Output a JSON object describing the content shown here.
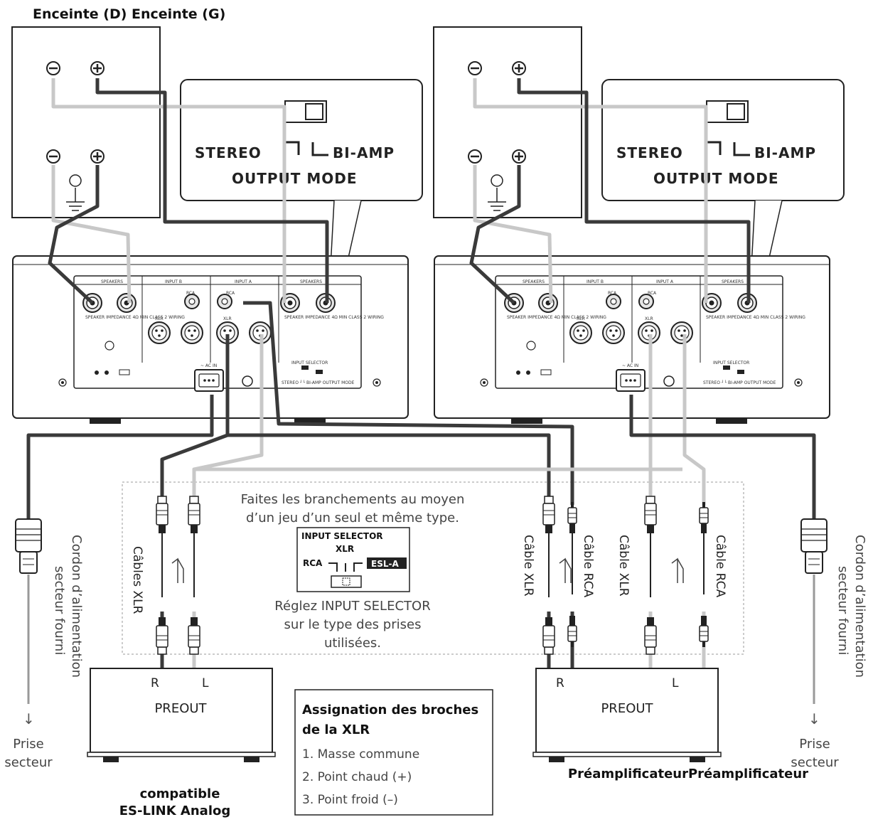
{
  "colors": {
    "dark_wire": "#3a3a3a",
    "light_wire": "#c8c8c8",
    "outline": "#222222"
  },
  "speakers": {
    "header": "Enceinte (D) Enceinte (G)"
  },
  "speaker_terminals": {
    "minus": "⊖",
    "plus": "⊕"
  },
  "output_mode": {
    "stereo": "STEREO",
    "biamp": "BI-AMP",
    "title": "OUTPUT MODE"
  },
  "amplifier": {
    "speakers_label": "SPEAKERS",
    "input_b_label": "INPUT B",
    "input_a_label": "INPUT A",
    "rca_label": "RCA",
    "xlr_label": "XLR",
    "impedance_note": "SPEAKER IMPEDANCE 4Ω MIN CLASS 2 WIRING",
    "input_selector_small": "INPUT SELECTOR",
    "output_mode_small": "STEREO ┘└ BI-AMP OUTPUT MODE",
    "ac_in": "~ AC IN"
  },
  "instructions": {
    "line1": "Faites les branchements au moyen",
    "line2": "d’un jeu d’un seul et même type.",
    "line3": "Réglez INPUT SELECTOR",
    "line4": "sur le type des prises",
    "line5": "utilisées."
  },
  "input_selector_box": {
    "title": "INPUT SELECTOR",
    "xlr": "XLR",
    "rca": "RCA",
    "esl": "ESL-A"
  },
  "cables": {
    "xlr_pair": "Câbles XLR",
    "xlr_single": "Câble XLR",
    "rca_single": "Câble RCA"
  },
  "power_cord": {
    "line1": "Cordon d’alimentation",
    "line2": "secteur fourni"
  },
  "outlet": {
    "line1": "Prise",
    "line2": "secteur"
  },
  "preamp": {
    "left_title": "PREOUT",
    "right_title": "PREOUT",
    "r_label": "R",
    "l_label": "L",
    "caption_left_1": "compatible",
    "caption_left_2": "ES-LINK Analog",
    "caption_right": "PréamplificateurPréamplificateur"
  },
  "xlr_pins": {
    "title_1": "Assignation des broches",
    "title_2": "de la XLR",
    "pins": [
      "1. Masse commune",
      "2. Point chaud (+)",
      "3. Point froid (–)"
    ]
  }
}
